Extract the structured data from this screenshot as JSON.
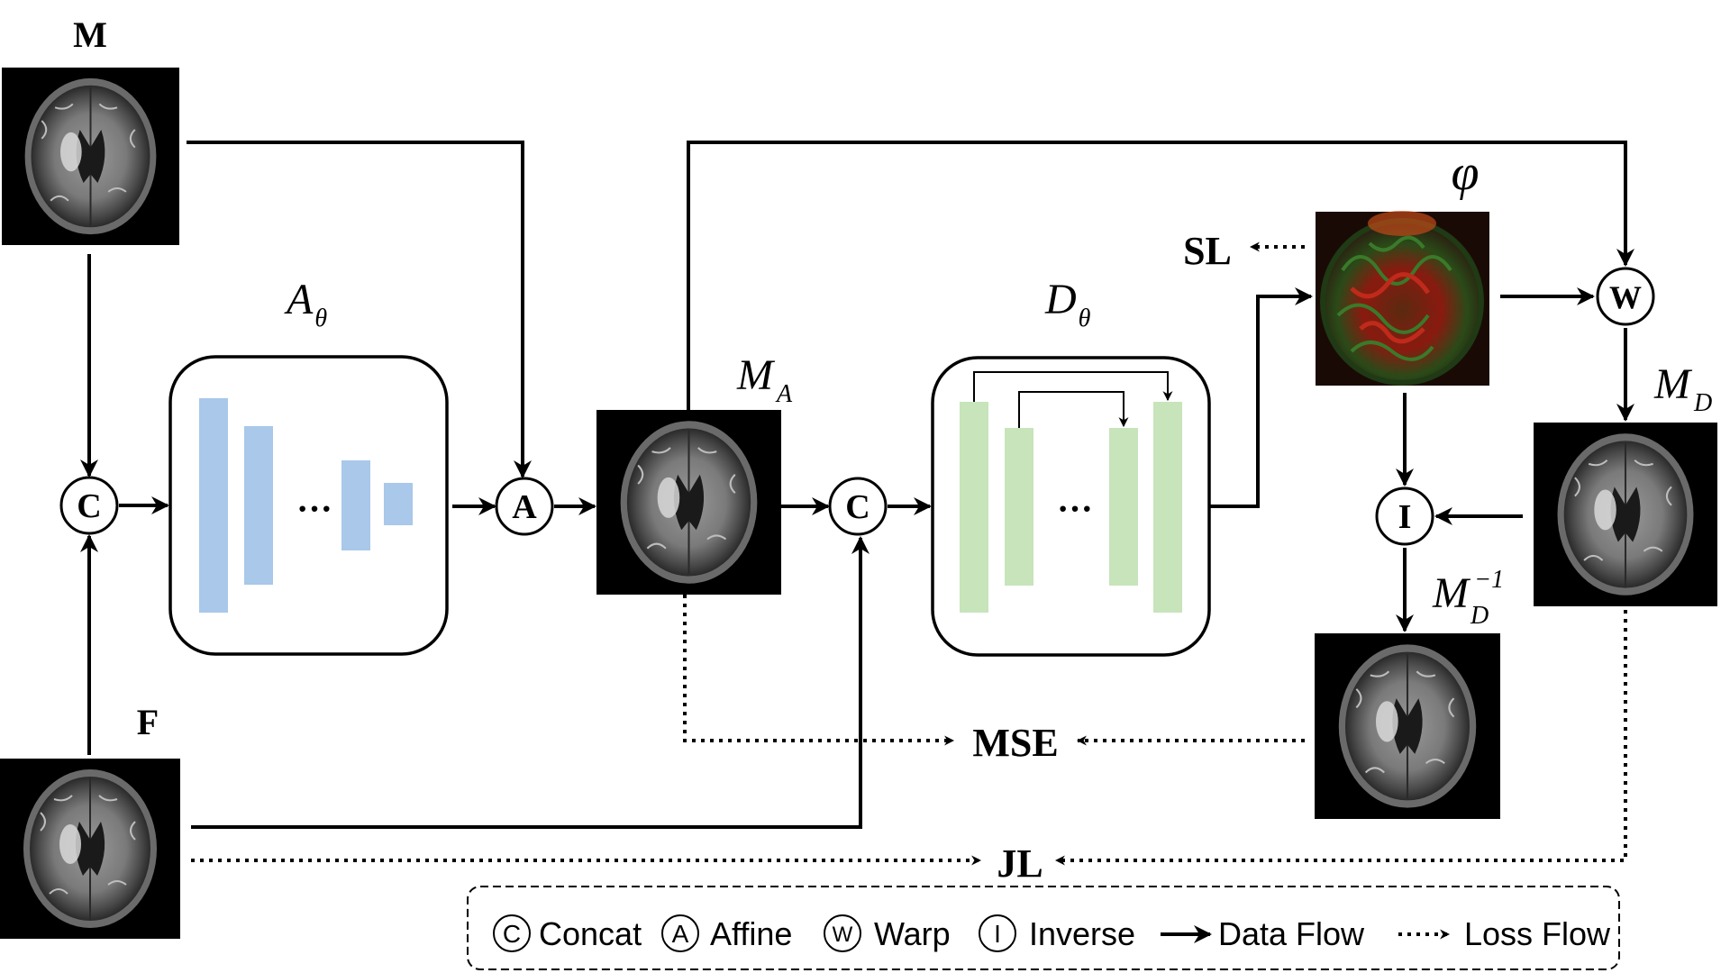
{
  "labels": {
    "M": "M",
    "F": "F",
    "A_theta": {
      "base": "A",
      "sub": "θ"
    },
    "D_theta": {
      "base": "D",
      "sub": "θ"
    },
    "M_A": {
      "base": "M",
      "sub": "A"
    },
    "M_D": {
      "base": "M",
      "sub": "D"
    },
    "M_D_inv": {
      "base": "M",
      "sub": "D",
      "sup": "−1"
    },
    "phi": "φ",
    "SL": "SL",
    "MSE": "MSE",
    "JL": "JL",
    "ellipsis": "···"
  },
  "operators": {
    "concat": "C",
    "affine": "A",
    "warp": "W",
    "inverse": "I"
  },
  "legend": {
    "concat_label": "Concat",
    "affine_label": "Affine",
    "warp_label": "Warp",
    "inverse_label": "Inverse",
    "data_flow_label": "Data Flow",
    "loss_flow_label": "Loss Flow"
  },
  "colors": {
    "affine_net": "#a9c8ea",
    "deform_net": "#c8e4bb",
    "line": "#000000"
  },
  "icons": [
    "brain-mri-image",
    "deformation-field-image"
  ]
}
